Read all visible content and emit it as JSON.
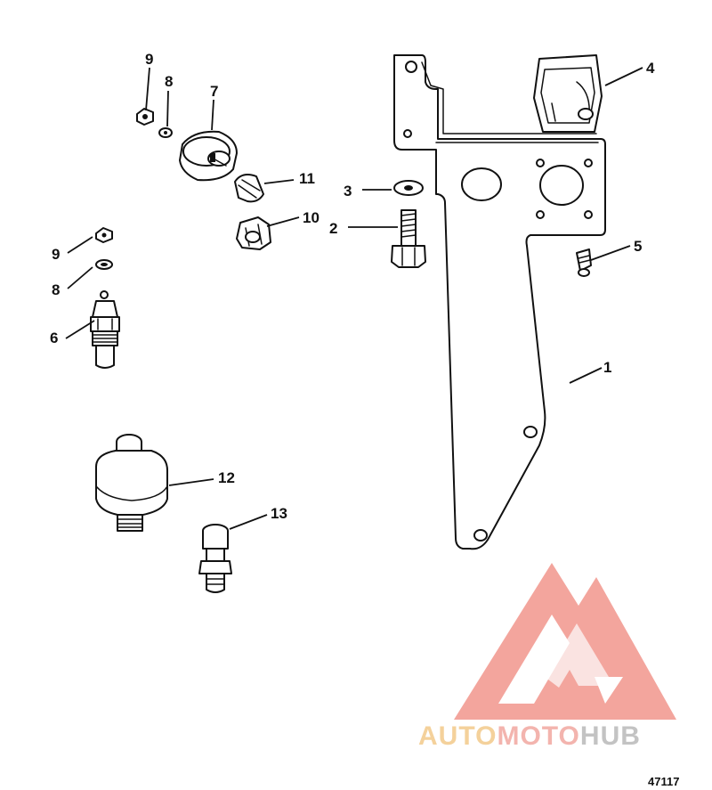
{
  "callouts": {
    "c1": "1",
    "c2": "2",
    "c3": "3",
    "c4": "4",
    "c5": "5",
    "c6": "6",
    "c7": "7",
    "c8_top": "8",
    "c8_left": "8",
    "c9_top": "9",
    "c9_left": "9",
    "c10": "10",
    "c11": "11",
    "c12": "12",
    "c13": "13"
  },
  "figure_number": "47117",
  "watermark": {
    "part1": "AUTO",
    "part2": "MOTO",
    "part3": "HUB",
    "color_auto": "#f3c98a",
    "color_moto": "#f1a8a0",
    "color_hub": "#b9b9b9",
    "triangle_color": "#f08a80"
  }
}
